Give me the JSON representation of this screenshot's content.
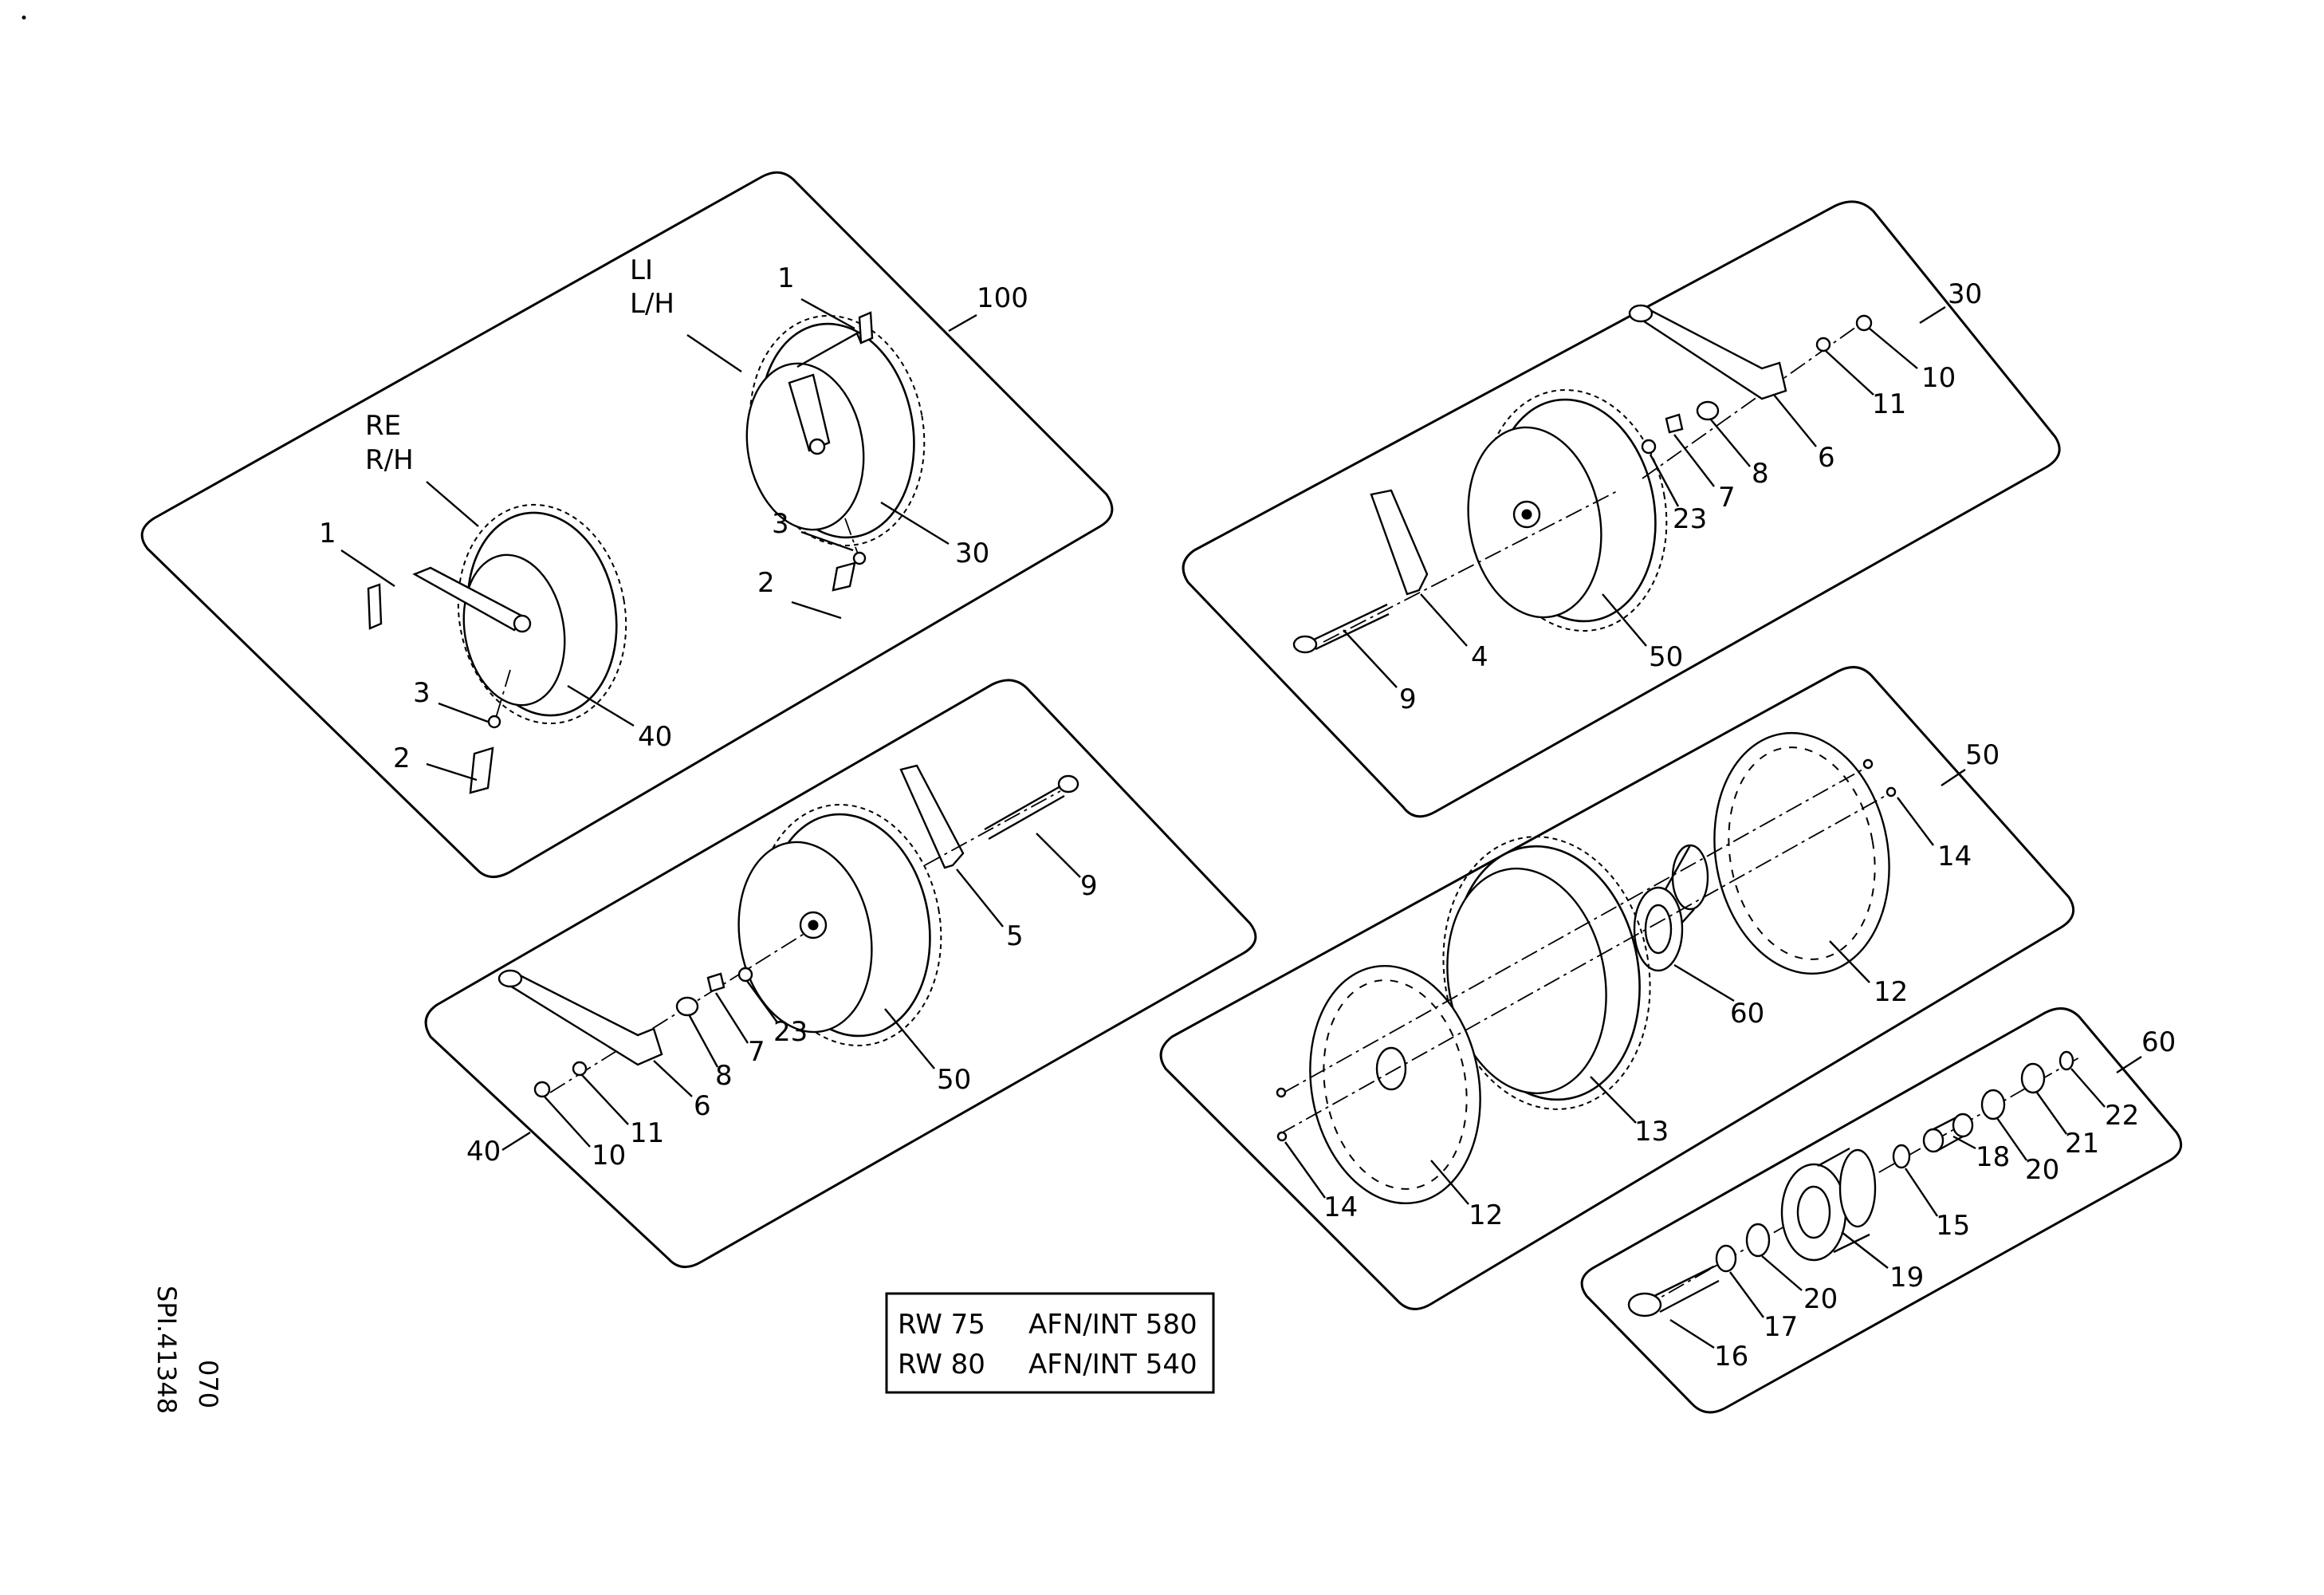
{
  "drawing": {
    "side_code": "SPI.41348",
    "side_page": "070"
  },
  "table": {
    "rows": [
      {
        "model": "RW 75",
        "ref": "AFN/INT 580"
      },
      {
        "model": "RW 80",
        "ref": "AFN/INT 540"
      }
    ]
  },
  "panel_100": {
    "label": "100",
    "left_side": [
      "LI",
      "L/H"
    ],
    "right_side": [
      "RE",
      "R/H"
    ],
    "callouts": [
      "1",
      "3",
      "2",
      "30",
      "1",
      "3",
      "2",
      "40"
    ]
  },
  "panel_30": {
    "label": "30",
    "callouts": [
      "10",
      "11",
      "6",
      "8",
      "7",
      "23",
      "4",
      "9",
      "50"
    ]
  },
  "panel_40": {
    "label": "40",
    "callouts": [
      "9",
      "5",
      "50",
      "23",
      "7",
      "8",
      "6",
      "11",
      "10"
    ]
  },
  "panel_50": {
    "label": "50",
    "callouts": [
      "14",
      "12",
      "60",
      "13",
      "14",
      "12"
    ]
  },
  "panel_60": {
    "label": "60",
    "callouts": [
      "22",
      "21",
      "20",
      "18",
      "15",
      "19",
      "20",
      "17",
      "16"
    ]
  }
}
